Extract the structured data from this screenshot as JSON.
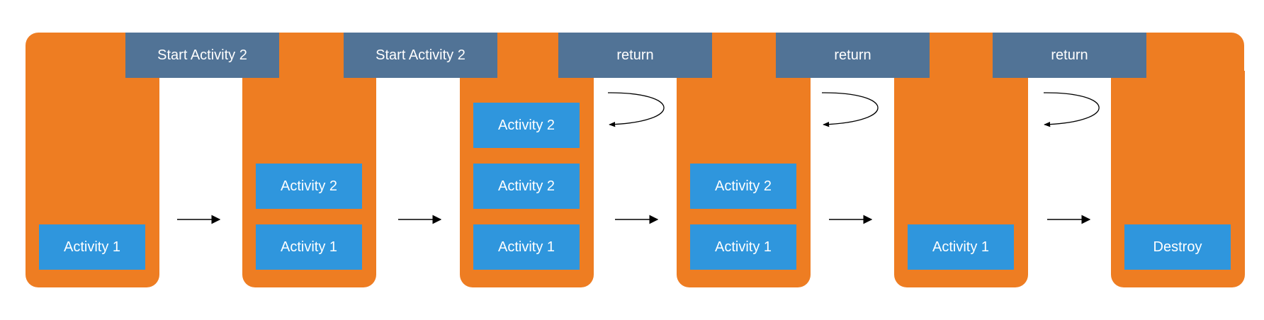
{
  "transitions": [
    {
      "label": "Start Activity 2"
    },
    {
      "label": "Start Activity 2"
    },
    {
      "label": "return"
    },
    {
      "label": "return"
    },
    {
      "label": "return"
    }
  ],
  "stacks": [
    {
      "items": [
        "Activity 1"
      ]
    },
    {
      "items": [
        "Activity 2",
        "Activity 1"
      ]
    },
    {
      "items": [
        "Activity 2",
        "Activity 2",
        "Activity 1"
      ]
    },
    {
      "items": [
        "Activity 2",
        "Activity 1"
      ]
    },
    {
      "items": [
        "Activity 1"
      ]
    },
    {
      "items": [
        "Destroy"
      ]
    }
  ],
  "colors": {
    "container": "#EE7D22",
    "tab": "#517396",
    "box": "#2F96DD",
    "text": "#FFFFFF"
  }
}
